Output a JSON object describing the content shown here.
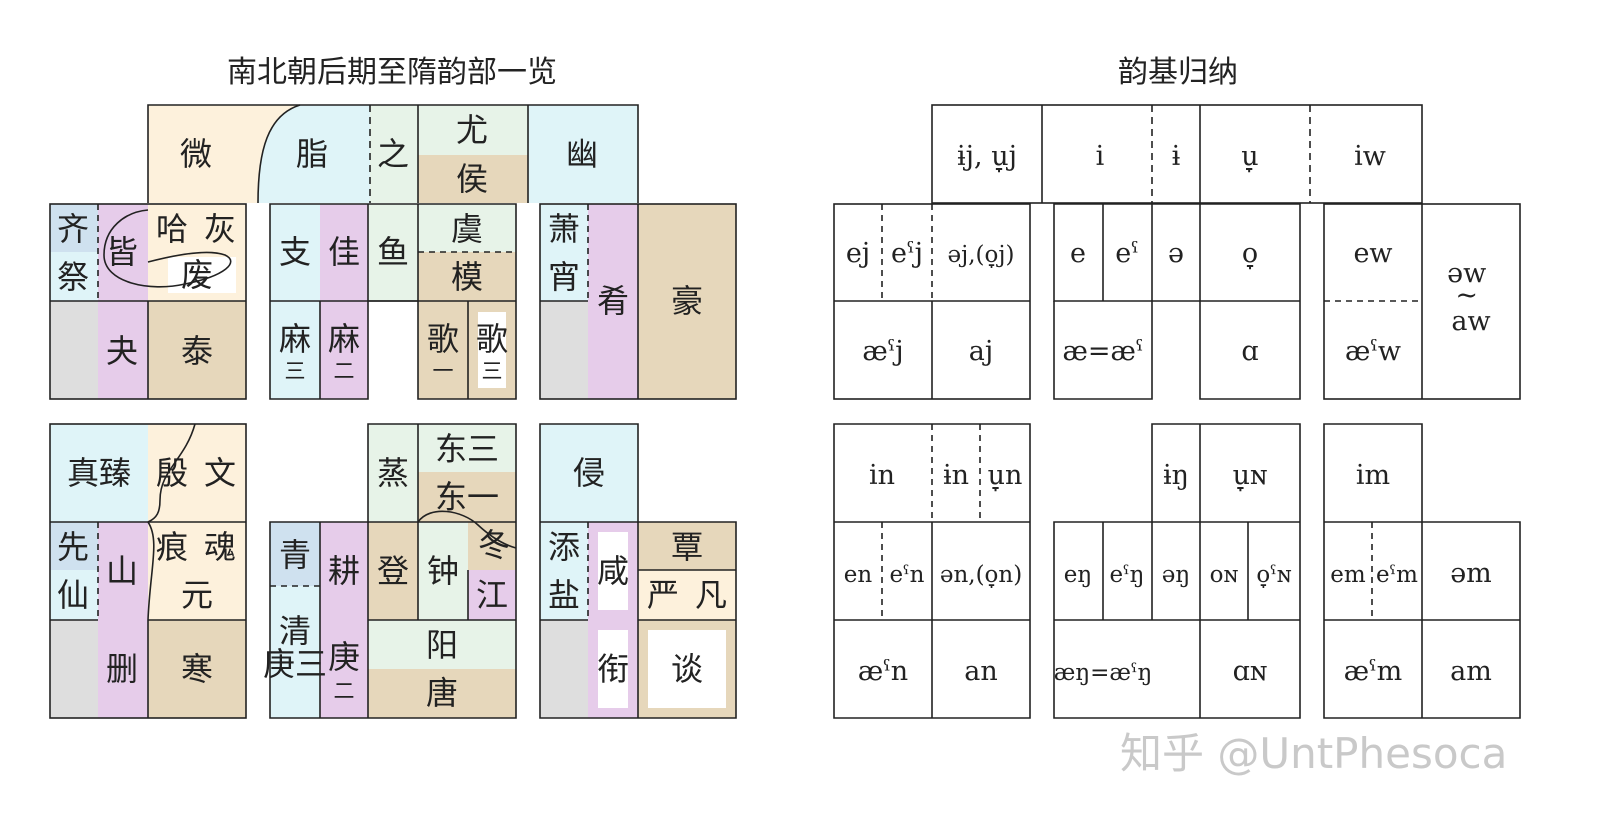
{
  "left": {
    "title": "南北朝后期至隋韵部一览",
    "rhymes": {
      "wei": "微",
      "zhi": "脂",
      "zhi2": "之",
      "you": "尤",
      "hou": "侯",
      "you2": "幽",
      "qi": "齐",
      "ji": "祭",
      "jie": "皆",
      "ha": "哈",
      "hui": "灰",
      "fei": "废",
      "guai": "夬",
      "tai": "泰",
      "zhi3": "支",
      "jia": "佳",
      "yu": "鱼",
      "yu2": "虞",
      "mo": "模",
      "ma": "麻",
      "ge": "歌",
      "num1": "一",
      "num2": "二",
      "num3": "三",
      "xiao": "萧",
      "xiao2": "宵",
      "yao": "肴",
      "hao": "豪",
      "zhen": "真臻",
      "yin": "殷",
      "wen": "文",
      "xian": "先",
      "xian2": "仙",
      "shan": "山",
      "hen": "痕",
      "hun": "魂",
      "yuan": "元",
      "shan2": "删",
      "han": "寒",
      "zheng": "蒸",
      "dong3": "东三",
      "dong1": "东一",
      "dong_single": "冬",
      "jiang": "江",
      "qing": "青",
      "qing2": "清",
      "geng_comb": "庚三",
      "gengs": "耕",
      "deng": "登",
      "zhong": "钟",
      "geng_simple": "庚",
      "yang": "阳",
      "tang": "唐",
      "qin": "侵",
      "tian": "添",
      "yan": "盐",
      "xian3": "咸",
      "tan": "覃",
      "yan2": "严",
      "fan": "凡",
      "xian4": "衔",
      "tan2": "谈"
    }
  },
  "right": {
    "title": "韵基归纳",
    "row1": {
      "c1": "ɨj, u̞j",
      "c2": "i",
      "c3": "ɨ",
      "c4": "u̞",
      "c5": "iw"
    },
    "row2": {
      "ej": "ej",
      "ecj": "eˤj",
      "oj": "əj,(o̞j)",
      "e": "e",
      "ec": "eˤ",
      "schwa": "ə",
      "o": "o̞",
      "ew": "ew",
      "aw": "əw\n~\naw"
    },
    "row3": {
      "aecj": "æˤj",
      "aj": "aj",
      "aeeq": "æ=æˤ",
      "alpha": "ɑ",
      "aecw": "æˤw"
    },
    "row4": {
      "in": "in",
      "ein": "ɨn",
      "un": "u̞n",
      "ieng": "ɨŋ",
      "ung": "u̞ɴ",
      "im": "im"
    },
    "row5": {
      "en": "en",
      "ecn": "eˤn",
      "on": "ən,(o̞n)",
      "eng": "eŋ",
      "ecng": "eˤŋ",
      "schwang": "əŋ",
      "ong": "oɴ",
      "ocng": "o̞ˤɴ",
      "em": "em",
      "ecm": "eˤm",
      "am": "əm"
    },
    "row6": {
      "aecn": "æˤn",
      "an": "an",
      "aeng": "æŋ=æˤŋ",
      "ang": "ɑɴ",
      "aecm": "æˤm",
      "am2": "am"
    }
  },
  "watermark": "知乎 @UntPhesoca",
  "colors": {
    "yellow": "#fdf1dc",
    "cyan": "#dff4f8",
    "green": "#e7f3e8",
    "tan": "#e6d7bb",
    "purple": "#e6ccea",
    "blue": "#cfe1ef",
    "gray": "#dedede",
    "line": "#222222"
  }
}
